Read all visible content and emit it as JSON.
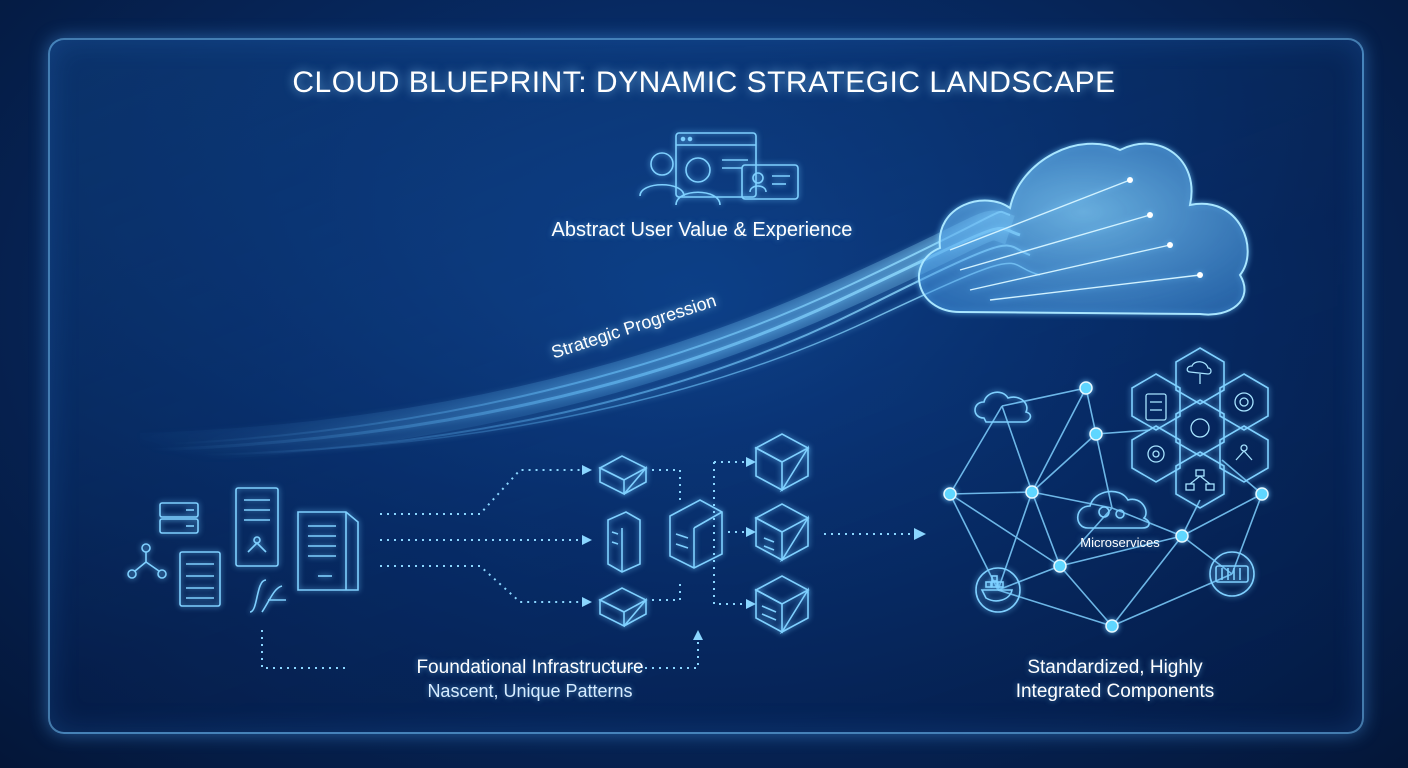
{
  "title": "CLOUD BLUEPRINT: DYNAMIC STRATEGIC LANDSCAPE",
  "user_value": {
    "label": "Abstract User Value & Experience",
    "icon": "users-profile-icon"
  },
  "progression": {
    "label": "Strategic Progression"
  },
  "foundational": {
    "title": "Foundational Infrastructure",
    "subtitle": "Nascent, Unique Patterns"
  },
  "standardized": {
    "line1": "Standardized, Highly",
    "line2": "Integrated Components"
  },
  "microservices": {
    "label": "Microservices"
  },
  "colors": {
    "accent": "#7fd0ff",
    "background": "#072a63",
    "node": "#5fd6ff"
  }
}
